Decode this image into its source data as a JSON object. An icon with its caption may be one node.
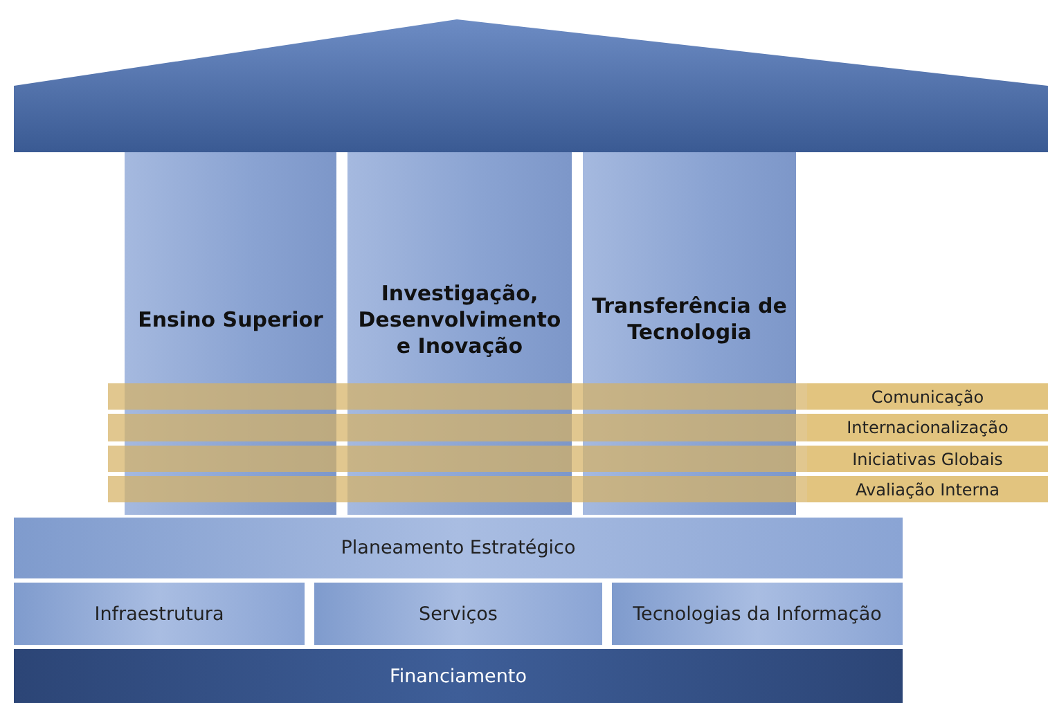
{
  "diagram": {
    "nodes": [
      {
        "text": [],
        "shape": "roof"
      },
      {
        "text": [
          "Ensino Superior"
        ]
      },
      {
        "text": [
          "Investigação, Desenvolvimento e Inovação"
        ]
      },
      {
        "text": [
          "Transferência de Tecnologia"
        ]
      },
      {
        "text": [
          "Comunicação"
        ]
      },
      {
        "text": [
          "Internacionalização"
        ]
      },
      {
        "text": [
          "Iniciativas Globais"
        ]
      },
      {
        "text": [
          "Avaliação Interna"
        ]
      },
      {
        "text": [
          "Planeamento Estratégico"
        ]
      },
      {
        "text": [
          "Infraestrutura"
        ]
      },
      {
        "text": [
          "Serviços"
        ]
      },
      {
        "text": [
          "Tecnologias da Informação"
        ]
      },
      {
        "text": [
          "Financiamento"
        ]
      }
    ]
  }
}
